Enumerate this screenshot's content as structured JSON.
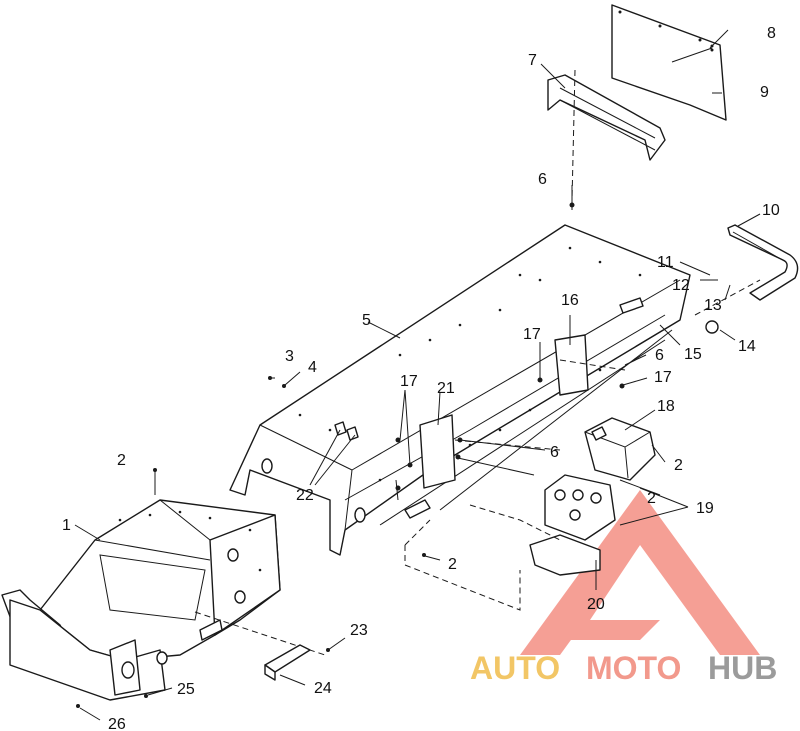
{
  "callouts": [
    {
      "id": "c1",
      "text": "1"
    },
    {
      "id": "c2a",
      "text": "2"
    },
    {
      "id": "c2b",
      "text": "2"
    },
    {
      "id": "c2c",
      "text": "2"
    },
    {
      "id": "c2d",
      "text": "2"
    },
    {
      "id": "c3",
      "text": "3"
    },
    {
      "id": "c4",
      "text": "4"
    },
    {
      "id": "c5",
      "text": "5"
    },
    {
      "id": "c6a",
      "text": "6"
    },
    {
      "id": "c6b",
      "text": "6"
    },
    {
      "id": "c6c",
      "text": "6"
    },
    {
      "id": "c7",
      "text": "7"
    },
    {
      "id": "c8",
      "text": "8"
    },
    {
      "id": "c9",
      "text": "9"
    },
    {
      "id": "c10",
      "text": "10"
    },
    {
      "id": "c11",
      "text": "11"
    },
    {
      "id": "c12",
      "text": "12"
    },
    {
      "id": "c13",
      "text": "13"
    },
    {
      "id": "c14",
      "text": "14"
    },
    {
      "id": "c15",
      "text": "15"
    },
    {
      "id": "c16",
      "text": "16"
    },
    {
      "id": "c17a",
      "text": "17"
    },
    {
      "id": "c17b",
      "text": "17"
    },
    {
      "id": "c17c",
      "text": "17"
    },
    {
      "id": "c18",
      "text": "18"
    },
    {
      "id": "c19",
      "text": "19"
    },
    {
      "id": "c20",
      "text": "20"
    },
    {
      "id": "c21",
      "text": "21"
    },
    {
      "id": "c22",
      "text": "22"
    },
    {
      "id": "c23",
      "text": "23"
    },
    {
      "id": "c24",
      "text": "24"
    },
    {
      "id": "c25",
      "text": "25"
    },
    {
      "id": "c26",
      "text": "26"
    }
  ],
  "watermark": {
    "part1": "AUTO",
    "part2": "MOTO",
    "part3": "HUB",
    "color_part1": "#f0b840",
    "color_part2": "#f08070",
    "color_part3": "#8a8a8a",
    "triangle_color": "#f06050"
  }
}
